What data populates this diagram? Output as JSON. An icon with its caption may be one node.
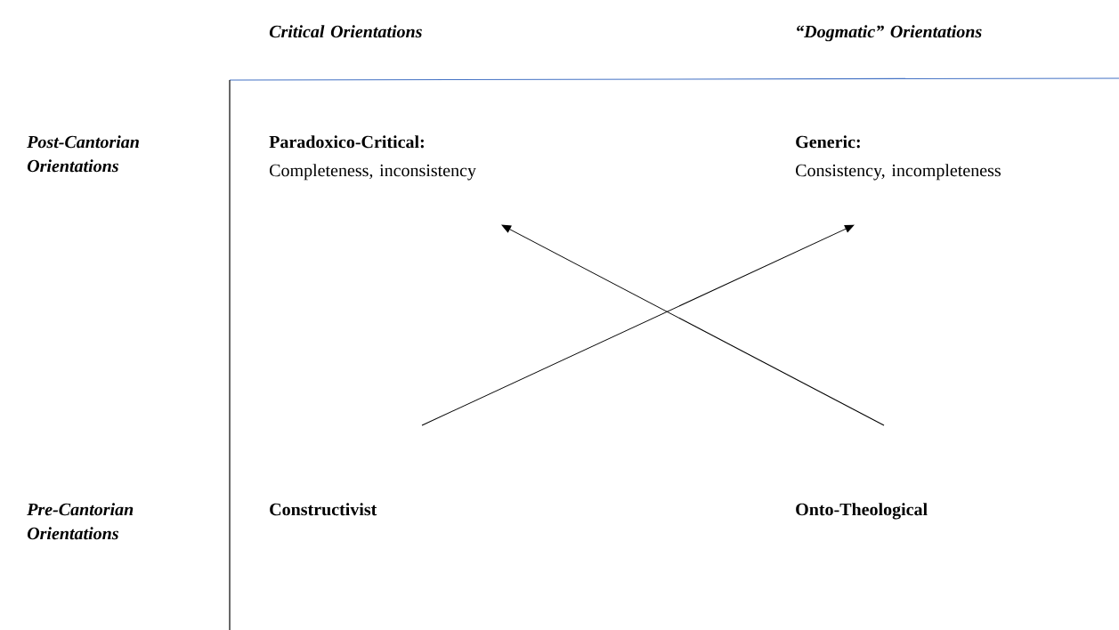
{
  "diagram": {
    "nodes": [
      {
        "text": [
          "Paradoxico-Critical:",
          "Completeness, inconsistency"
        ]
      },
      {
        "text": [
          "Generic:",
          "Consistency, incompleteness"
        ]
      },
      {
        "text": [
          "Constructivist"
        ]
      },
      {
        "text": [
          "Onto-Theological"
        ]
      }
    ],
    "edges": [
      {
        "from": 2,
        "to": 1,
        "arrow": "to"
      },
      {
        "from": 3,
        "to": 0,
        "arrow": "to"
      }
    ],
    "labels": [
      "Critical Orientations",
      "“Dogmatic” Orientations",
      "Post-Cantorian Orientations",
      "Pre-Cantorian Orientations"
    ]
  }
}
